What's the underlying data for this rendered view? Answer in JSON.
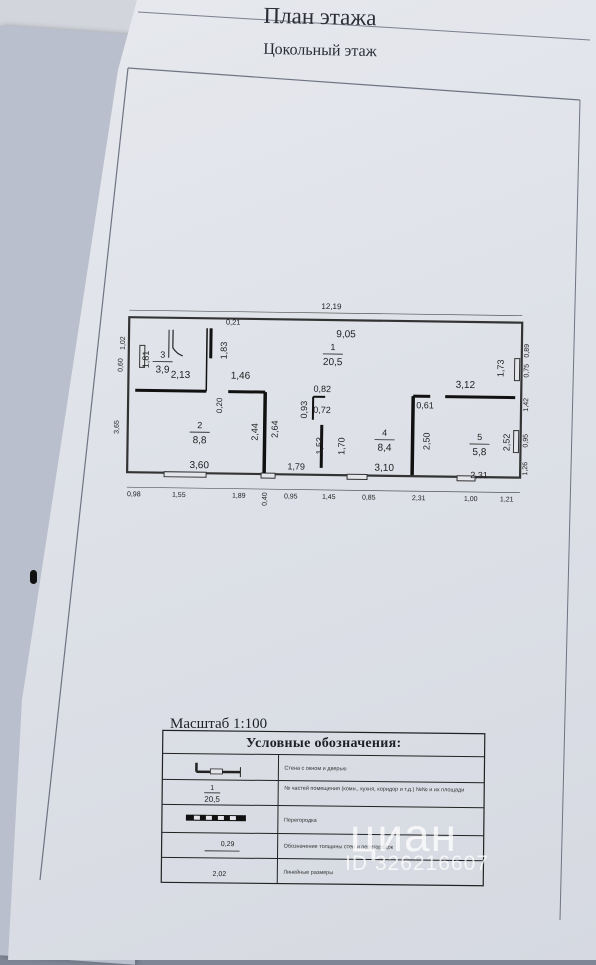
{
  "page": {
    "title": "План этажа",
    "subtitle": "Цокольный этаж"
  },
  "plan": {
    "overall_width": "12,19",
    "top_inner": "9,05",
    "rooms": [
      {
        "number": "1",
        "area": "20,5"
      },
      {
        "number": "2",
        "area": "8,8"
      },
      {
        "number": "3",
        "area": "3,9"
      },
      {
        "number": "4",
        "area": "8,4"
      },
      {
        "number": "5",
        "area": "5,8"
      }
    ],
    "dims": {
      "d_1_02": "1,02",
      "d_0_60": "0,60",
      "d_1_81": "1,81",
      "d_2_13": "2,13",
      "d_0_21": "0,21",
      "d_1_83": "1,83",
      "d_1_46": "1,46",
      "d_0_20": "0,20",
      "d_3_65": "3,65",
      "d_3_60": "3,60",
      "d_2_44": "2,44",
      "d_2_64": "2,64",
      "d_0_82": "0,82",
      "d_0_93": "0,93",
      "d_0_72": "0,72",
      "d_1_53": "1,53",
      "d_1_70": "1,70",
      "d_1_79": "1,79",
      "d_3_10": "3,10",
      "d_3_12": "3,12",
      "d_0_61": "0,61",
      "d_2_50": "2,50",
      "d_2_52": "2,52",
      "d_2_31": "2,31",
      "d_1_73": "1,73",
      "d_0_89": "0,89",
      "d_0_75": "0,75",
      "d_1_42": "1,42",
      "d_0_95": "0,95",
      "d_1_26": "1,26",
      "b_0_98": "0,98",
      "b_1_55": "1,55",
      "b_1_89": "1,89",
      "b_0_40": "0,40",
      "b_0_95": "0,95",
      "b_1_45": "1,45",
      "b_0_85": "0,85",
      "b_2_31": "2,31",
      "b_1_00": "1,00",
      "b_1_21": "1,21"
    }
  },
  "scale": "Масштаб 1:100",
  "legend": {
    "title": "Условные обозначения:",
    "rows": [
      {
        "symbol_text": "",
        "description": "Стена с окном и дверью"
      },
      {
        "symbol_text": "1 / 20,5",
        "description": "№ частей помещения (комн., кухня, коридор и т.д.) №№ и их площади"
      },
      {
        "symbol_text": "",
        "description": "Перегородка"
      },
      {
        "symbol_text": "0,29",
        "description": "Обозначение толщины стен и перегородок"
      },
      {
        "symbol_text": "2,02",
        "description": "Линейные размеры"
      }
    ]
  },
  "watermark": {
    "brand": "циан",
    "id": "ID 326216607"
  },
  "colors": {
    "paper": "#e3e5eb",
    "ink": "#222222",
    "background": "#7f8796"
  }
}
